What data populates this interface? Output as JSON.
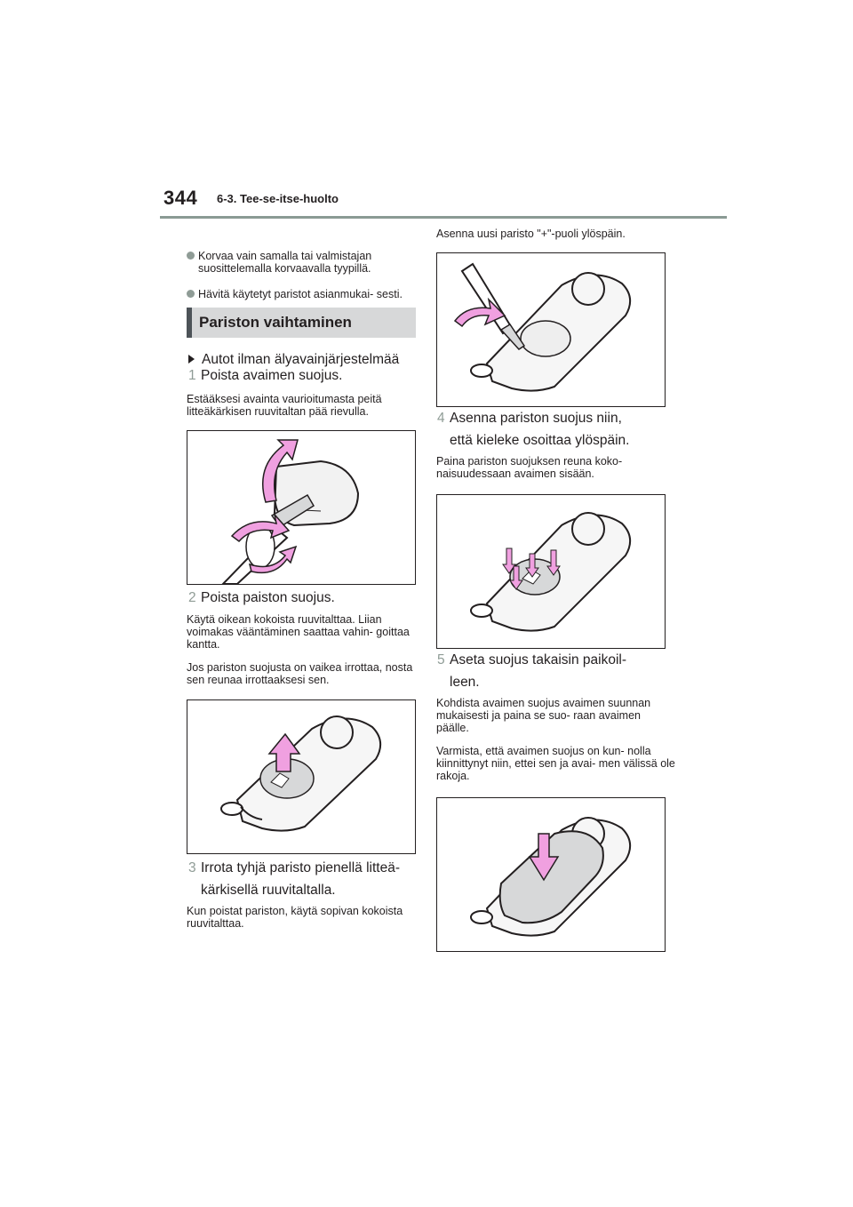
{
  "header": {
    "page_number": "344",
    "section": "6-3. Tee-se-itse-huolto"
  },
  "left": {
    "bullets": [
      "Korvaa vain samalla tai valmistajan suosittelemalla korvaavalla tyypillä.",
      "Hävitä käytetyt paristot asianmukai- sesti."
    ],
    "section_title": "Pariston vaihtaminen",
    "subsection": "Autot ilman älyavainjärjestelmää",
    "step1": {
      "num": "1",
      "text": "Poista avaimen suojus."
    },
    "step1_note": "Estääksesi avainta vaurioitumasta peitä litteäkärkisen ruuvitaltan pää rievulla.",
    "step2": {
      "num": "2",
      "text": "Poista paiston suojus."
    },
    "step2_note1": "Käytä oikean kokoista ruuvitalttaa. Liian voimakas vääntäminen saattaa vahin- goittaa kantta.",
    "step2_note2": "Jos pariston suojusta on vaikea irrottaa, nosta sen reunaa irrottaaksesi sen.",
    "step3": {
      "num": "3",
      "text_line1": "Irrota tyhjä paristo pienellä litteä-",
      "text_line2": "kärkisellä ruuvitaltalla."
    },
    "step3_note": "Kun poistat pariston, käytä sopivan kokoista ruuvitalttaa."
  },
  "right": {
    "intro": "Asenna uusi paristo \"+\"-puoli ylöspäin.",
    "step4": {
      "num": "4",
      "text_line1": "Asenna pariston suojus niin,",
      "text_line2": "että kieleke osoittaa ylöspäin."
    },
    "step4_note": "Paina pariston suojuksen reuna koko- naisuudessaan avaimen sisään.",
    "step5": {
      "num": "5",
      "text_line1": "Aseta suojus takaisin paikoil-",
      "text_line2": "leen."
    },
    "step5_note1": "Kohdista avaimen suojus avaimen suunnan mukaisesti ja paina se suo- raan avaimen päälle.",
    "step5_note2": "Varmista, että avaimen suojus on kun- nolla kiinnittynyt niin, ettei sen ja avai- men välissä ole rakoja."
  },
  "colors": {
    "arrow_pink": "#f0a0e0",
    "bullet_gray": "#8f9c96",
    "section_bg": "#d7d8d9"
  }
}
